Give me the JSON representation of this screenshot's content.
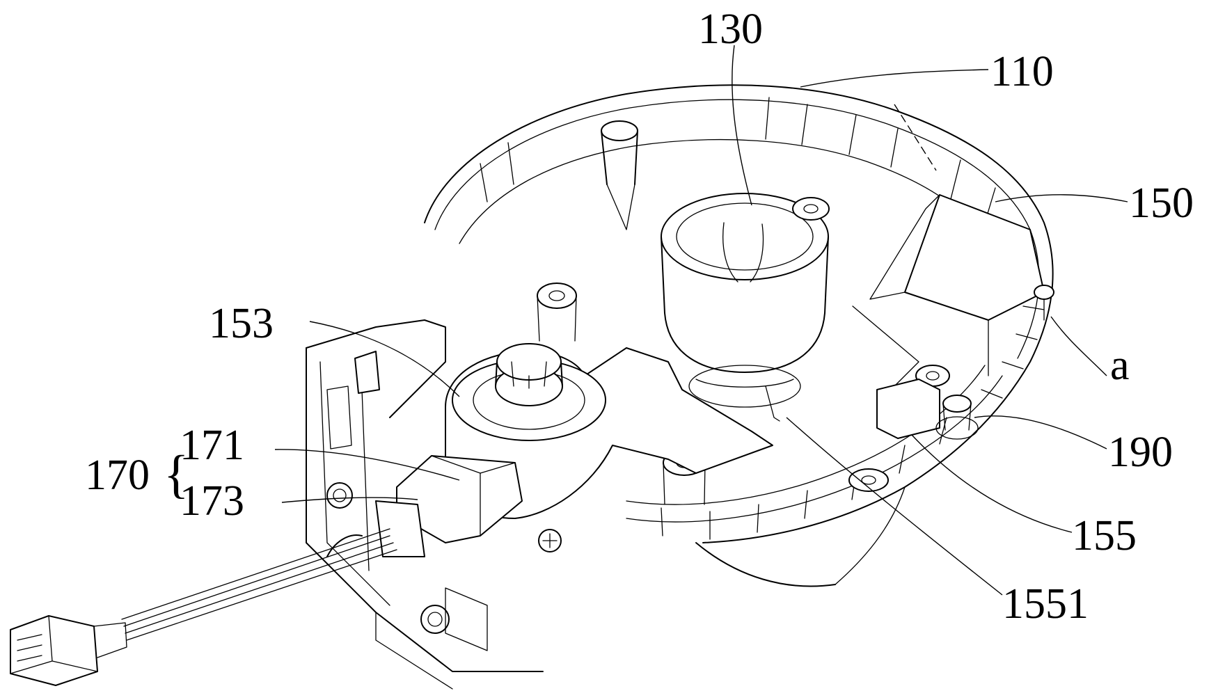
{
  "figure": {
    "labels": {
      "l130": "130",
      "l110": "110",
      "l150": "150",
      "l153": "153",
      "la": "a",
      "l170": "170",
      "l171": "171",
      "l173": "173",
      "l190": "190",
      "l155": "155",
      "l1551": "1551"
    },
    "brace": "{"
  }
}
